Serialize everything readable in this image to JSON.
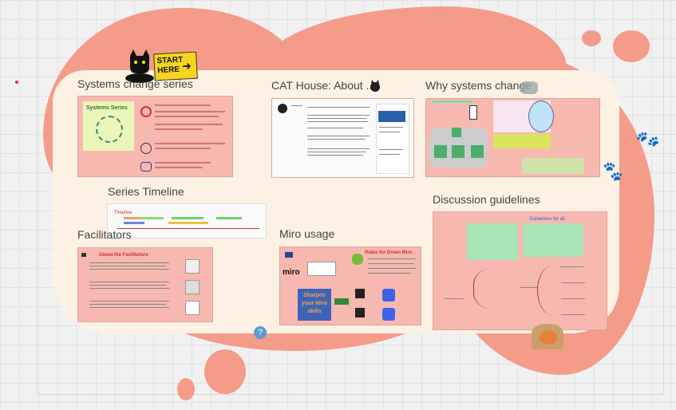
{
  "sections": {
    "systems_change_series": "Systems change series",
    "cat_house": "CAT House: About ...",
    "why_systems_change": "Why systems change",
    "series_timeline": "Series Timeline",
    "facilitators": "Facilitators",
    "miro_usage": "Miro usage",
    "discussion_guidelines": "Discussion guidelines"
  },
  "start_here": {
    "line1": "START",
    "line2": "HERE"
  },
  "systems_series_card": {
    "title": "Systems Series"
  },
  "facilitators_card": {
    "title": "About the Facilitators"
  },
  "miro_card": {
    "logo": "miro",
    "rules": "Rules for Green Miro",
    "sharpen": "Sharpen your Miro skills"
  },
  "discussion_card": {
    "heading": "Guidelines for all"
  },
  "timeline_card": {
    "label": "Timeline"
  },
  "colors": {
    "blob": "#f59b8a",
    "cream": "#fdf1e3",
    "pink": "#f7b8b0",
    "accent_green": "#8fd6a0"
  },
  "icons": [
    "cat-icon",
    "paw-icon",
    "help-icon",
    "cat-tent-icon"
  ]
}
